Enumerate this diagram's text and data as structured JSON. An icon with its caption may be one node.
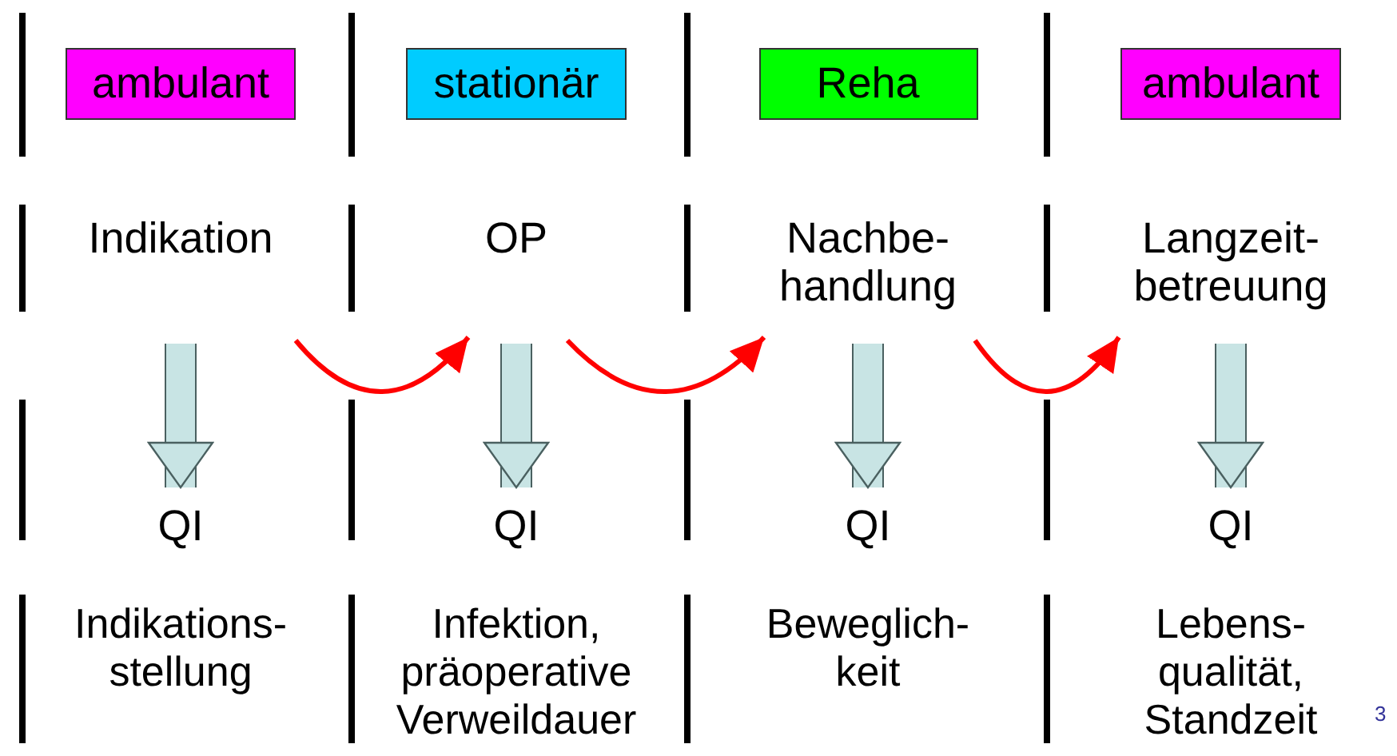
{
  "diagram": {
    "nodes": [
      {
        "text": [
          "ambulant"
        ]
      },
      {
        "text": [
          "stationär"
        ]
      },
      {
        "text": [
          "Reha"
        ]
      },
      {
        "text": [
          "ambulant"
        ]
      },
      {
        "text": [
          "Indikation"
        ]
      },
      {
        "text": [
          "OP"
        ]
      },
      {
        "text": [
          "Nachbe- handlung"
        ]
      },
      {
        "text": [
          "Langzeit- betreuung"
        ]
      },
      {
        "text": [
          "QI"
        ]
      },
      {
        "text": [
          "QI"
        ]
      },
      {
        "text": [
          "QI"
        ]
      },
      {
        "text": [
          "QI"
        ]
      }
    ],
    "edges": [
      {
        "from": 4,
        "to": 5,
        "arrow": "to",
        "color": "#ff0000"
      },
      {
        "from": 5,
        "to": 6,
        "arrow": "to",
        "color": "#ff0000"
      },
      {
        "from": 6,
        "to": 7,
        "arrow": "to",
        "color": "#ff0000"
      },
      {
        "from": 4,
        "to": 8,
        "arrow": "to",
        "color": "#c8e4e4"
      },
      {
        "from": 5,
        "to": 9,
        "arrow": "to",
        "color": "#c8e4e4"
      },
      {
        "from": 6,
        "to": 10,
        "arrow": "to",
        "color": "#c8e4e4"
      },
      {
        "from": 7,
        "to": 11,
        "arrow": "to",
        "color": "#c8e4e4"
      }
    ],
    "labels": [
      "Indikations- stellung",
      "Infektion, präoperative Verweildauer",
      "Beweglich- keit",
      "Lebens- qualität, Standzeit",
      "3"
    ]
  }
}
